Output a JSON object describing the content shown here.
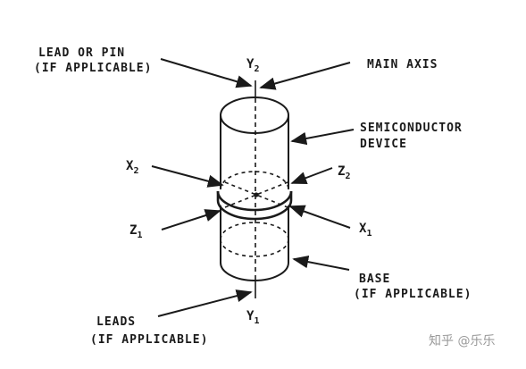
{
  "labels": {
    "lead_or_pin_line1": "LEAD OR PIN",
    "lead_or_pin_line2": "(IF APPLICABLE)",
    "main_axis": "MAIN AXIS",
    "semiconductor_line1": "SEMICONDUCTOR",
    "semiconductor_line2": "DEVICE",
    "base_line1": "BASE",
    "base_line2": "(IF APPLICABLE)",
    "leads_line1": "LEADS",
    "leads_line2": "(IF APPLICABLE)"
  },
  "axes": {
    "y2": {
      "letter": "Y",
      "sub": "2"
    },
    "y1": {
      "letter": "Y",
      "sub": "1"
    },
    "x2": {
      "letter": "X",
      "sub": "2"
    },
    "x1": {
      "letter": "X",
      "sub": "1"
    },
    "z2": {
      "letter": "Z",
      "sub": "2"
    },
    "z1": {
      "letter": "Z",
      "sub": "1"
    }
  },
  "watermark": "知乎 @乐乐",
  "colors": {
    "ink": "#1a1a1a",
    "background": "#ffffff",
    "watermark": "#9a9a9a"
  }
}
